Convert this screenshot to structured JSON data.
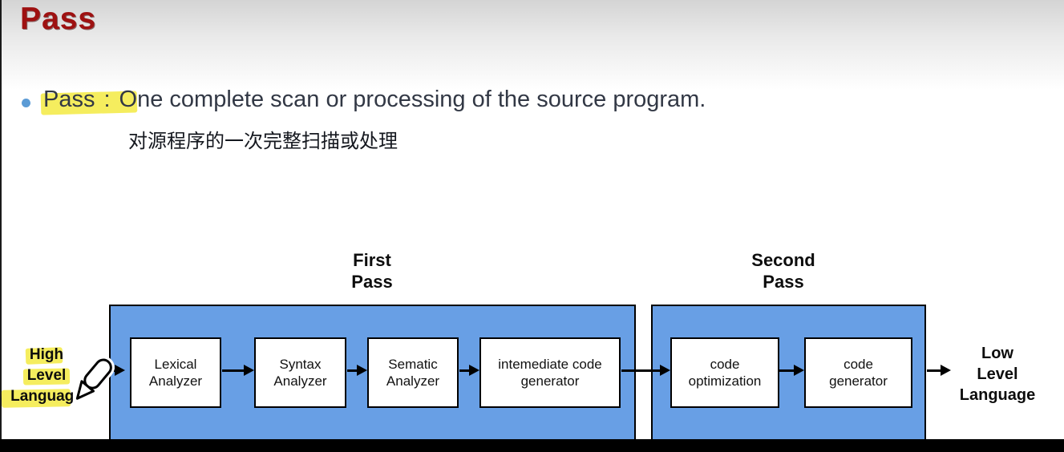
{
  "slide": {
    "title": "Pass",
    "bullet": {
      "term": "Pass",
      "colon": ":",
      "definition_en": "One complete scan or processing of the source program.",
      "definition_zh": "对源程序的一次完整扫描或处理"
    },
    "diagram": {
      "first_pass": {
        "label": "First\nPass",
        "boxes": [
          {
            "label": "Lexical\nAnalyzer"
          },
          {
            "label": "Syntax\nAnalyzer"
          },
          {
            "label": "Sematic\nAnalyzer"
          },
          {
            "label": "intemediate code\ngenerator"
          }
        ]
      },
      "second_pass": {
        "label": "Second\nPass",
        "boxes": [
          {
            "label": "code\noptimization"
          },
          {
            "label": "code\ngenerator"
          }
        ]
      },
      "input_label": "High\nLevel\nLanguage",
      "output_label": "Low\nLevel\nLanguage"
    },
    "annotations": {
      "highlighted_phrases": [
        "Pass :",
        "High Level Language"
      ],
      "pen_icon": "highlighter-pen-icon"
    },
    "colors": {
      "title_red": "#9e1111",
      "diagram_blue": "#689fe5",
      "highlight_yellow": "#f3e93a",
      "bullet_blue": "#5b9bd5",
      "text_dark": "#323845"
    }
  }
}
